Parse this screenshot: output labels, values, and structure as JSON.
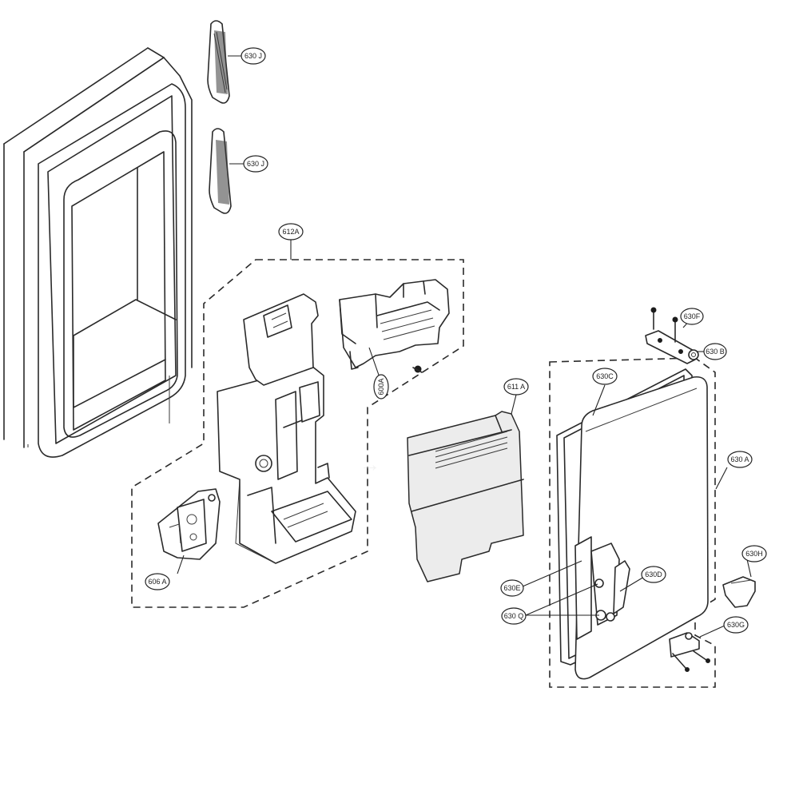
{
  "callouts": {
    "c_630J_top": "630 J",
    "c_630J_bottom": "630 J",
    "c_612A": "612A",
    "c_600A": "600A",
    "c_611A": "611 A",
    "c_606A": "606 A",
    "c_630F": "630F",
    "c_630B": "630 B",
    "c_630C": "630C",
    "c_630A": "630 A",
    "c_630H": "630H",
    "c_630D": "630D",
    "c_630E": "630E",
    "c_630Q": "630 Q",
    "c_630G": "630G"
  },
  "colors": {
    "line": "#2a2a2a",
    "background": "#ffffff",
    "panel_fill": "#ececec"
  }
}
